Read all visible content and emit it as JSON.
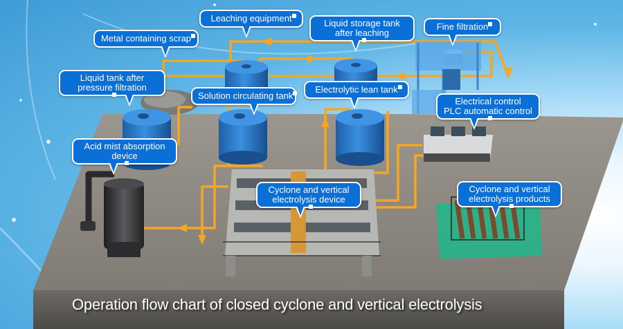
{
  "diagram": {
    "caption": "Operation flow chart of closed cyclone and vertical electrolysis",
    "colors": {
      "callout_fill": "#0a6fd6",
      "callout_border": "#ffffff",
      "pipe": "#f5a623",
      "tank": "#2f7fd0",
      "floor": "#8f8b84",
      "platform_side": "#5e5b57",
      "sky": "#5fb6e6",
      "product_tray": "#1fb78a"
    },
    "callouts": [
      {
        "id": "leaching-equipment",
        "lines": [
          "Leaching equipment"
        ]
      },
      {
        "id": "metal-containing-scrap",
        "lines": [
          "Metal containing scrap"
        ]
      },
      {
        "id": "liquid-storage-tank-after-leaching",
        "lines": [
          "Liquid storage tank",
          "after leaching"
        ]
      },
      {
        "id": "fine-filtration",
        "lines": [
          "Fine filtration"
        ]
      },
      {
        "id": "liquid-tank-after-pressure-filtration",
        "lines": [
          "Liquid tank after",
          "pressure filtration"
        ]
      },
      {
        "id": "solution-circulating-tank",
        "lines": [
          "Solution circulating tank"
        ]
      },
      {
        "id": "electrolytic-lean-tank",
        "lines": [
          "Electrolytic lean tank"
        ]
      },
      {
        "id": "electrical-control",
        "lines": [
          "Electrical control",
          "PLC automatic control"
        ]
      },
      {
        "id": "acid-mist-absorption-device",
        "lines": [
          "Acid mist absorption",
          "device"
        ]
      },
      {
        "id": "cyclone-electrolysis-device",
        "lines": [
          "Cyclone and vertical",
          "electrolysis device"
        ]
      },
      {
        "id": "cyclone-electrolysis-products",
        "lines": [
          "Cyclone and vertical",
          "electrolysis products"
        ]
      }
    ]
  }
}
